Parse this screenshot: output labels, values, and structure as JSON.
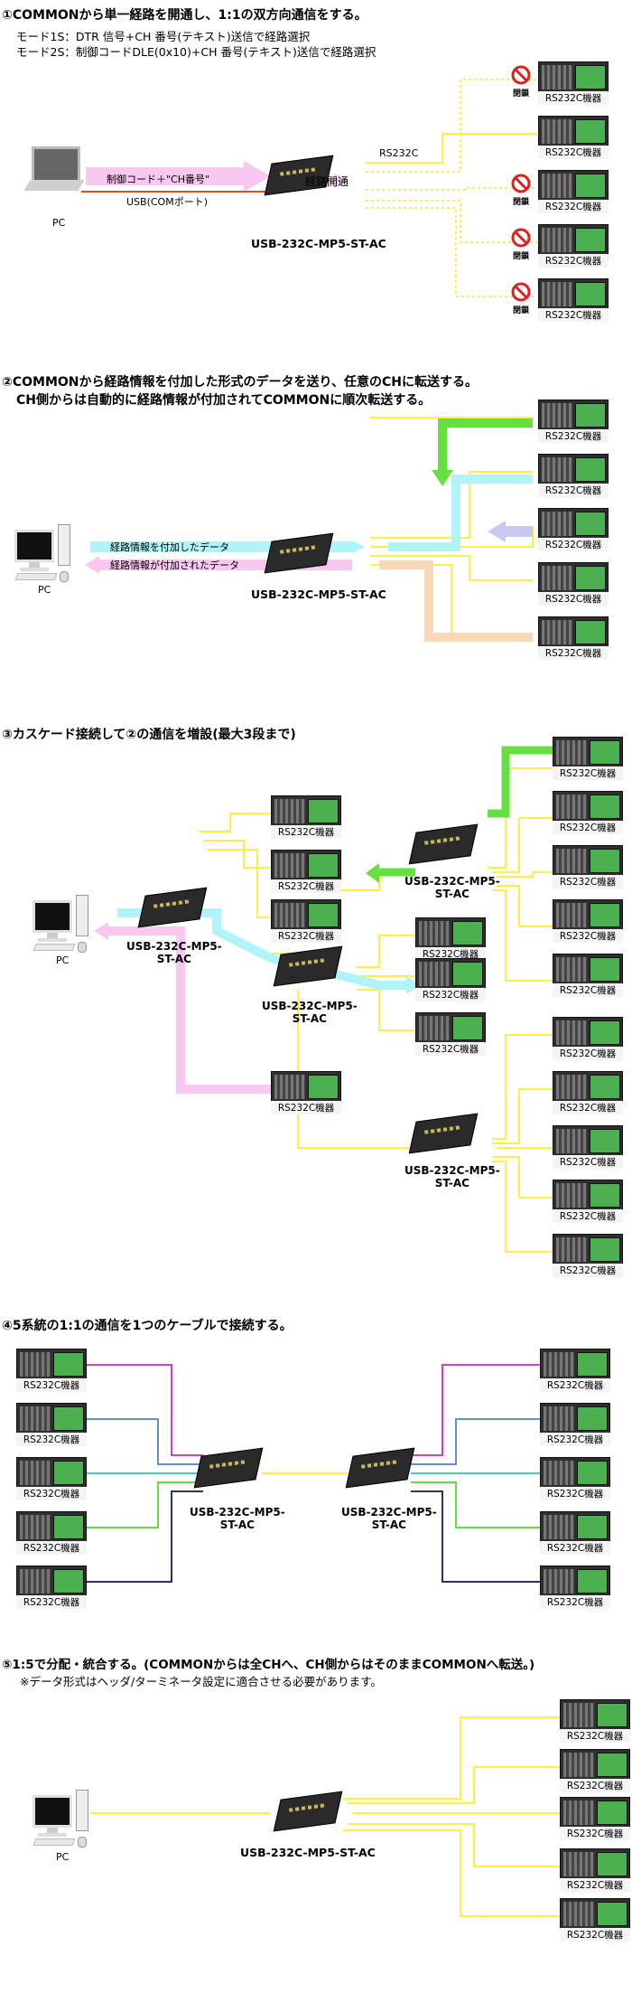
{
  "s1": {
    "title": "①COMMONから単一経路を開通し、1:1の双方向通信をする。",
    "mode1": "モード1S：DTR 信号+CH 番号(テキスト)送信で経路選択",
    "mode2": "モード2S：制御コードDLE(0x10)+CH 番号(テキスト)送信で経路選択",
    "pc": "PC",
    "ctrl_label": "制御コード＋\"CH番号\"",
    "usb_label": "USB(COMポート)",
    "route_open": "経路開通",
    "rs232c": "RS232C",
    "device": "USB-232C-MP5-ST-AC",
    "closed": "閉鎖"
  },
  "s2": {
    "title": "②COMMONから経路情報を付加した形式のデータを送り、任意のCHに転送する。",
    "sub": "CH側からは自動的に経路情報が付加されてCOMMONに順次転送する。",
    "pc": "PC",
    "send_label": "経路情報を付加したデータ",
    "recv_label": "経路情報が付加されたデータ",
    "device": "USB-232C-MP5-ST-AC"
  },
  "s3": {
    "title": "③カスケード接続して②の通信を増設(最大3段まで)",
    "pc": "PC",
    "dev_a": [
      "USB-232C-MP5-",
      "ST-AC"
    ]
  },
  "s4": {
    "title": "④5系統の1:1の通信を1つのケーブルで接続する。",
    "dev_a": [
      "USB-232C-MP5-",
      "ST-AC"
    ]
  },
  "s5": {
    "title": "⑤1:5で分配・統合する。(COMMONからは全CHへ、CH側からはそのままCOMMONへ転送。)",
    "sub": "※データ形式はヘッダ/ターミネータ設定に適合させる必要があります。",
    "pc": "PC",
    "device": "USB-232C-MP5-ST-AC"
  },
  "rs_label": "RS232C機器",
  "colors": {
    "yellow": "#ffee44",
    "green": "#66e040",
    "cyan": "#b0f4f8",
    "pink": "#f8c8f0",
    "lavender": "#c8c8f0",
    "peach": "#f8d8b8",
    "red": "#e05020",
    "magenta": "#d040d0",
    "blue": "#6090d0",
    "teal": "#40d0b0",
    "lime": "#60e040",
    "navy": "#303070"
  }
}
